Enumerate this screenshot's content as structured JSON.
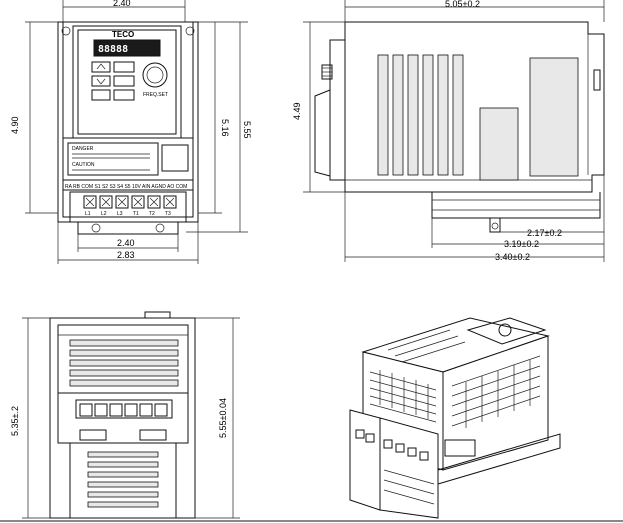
{
  "front_view": {
    "dim_top_width": "2.40",
    "dim_height_left": "4.90",
    "dim_height_mid": "5.16",
    "dim_height_right": "5.55",
    "dim_bottom_inner": "2.40",
    "dim_bottom_outer": "2.83",
    "logo": "TECO",
    "display": "88888",
    "warning_danger": "DANGER",
    "warning_caution": "CAUTION",
    "terminal_labels": "RA RB COM S1 S2 S3 S4 S5 10V AIN AGND AO COM",
    "power_labels": [
      "L1",
      "L2",
      "L3",
      "T1",
      "T2",
      "T3"
    ]
  },
  "side_view": {
    "dim_top_depth": "5.05±0.2",
    "dim_height": "4.49",
    "dim_1": "2.17±0.2",
    "dim_2": "3.19±0.2",
    "dim_3": "3.40±0.2"
  },
  "bottom_view": {
    "dim_left": "5.35±.2",
    "dim_right": "5.55±0.04"
  }
}
